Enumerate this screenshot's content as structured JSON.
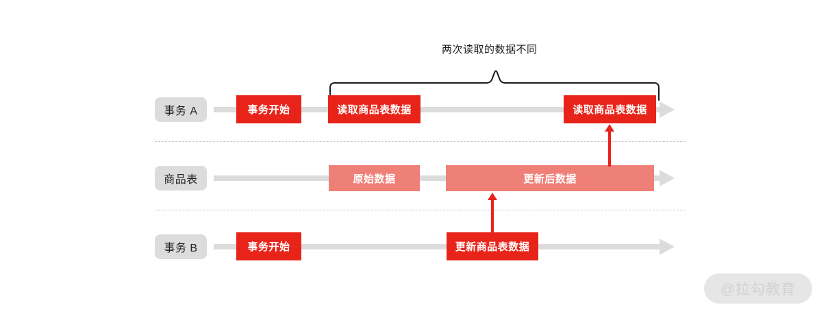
{
  "diagram": {
    "title": "两次读取的数据不同",
    "colors": {
      "accent_solid": "#e8241a",
      "accent_light": "#ef8078",
      "track": "#dcdcdc",
      "pill": "#dcdcdc",
      "dashed": "#c9c9c9",
      "background": "#ffffff"
    },
    "rows": [
      {
        "id": "transaction-a",
        "label": "事务 A",
        "events": [
          {
            "id": "tx-a-begin",
            "label": "事务开始",
            "style": "solid"
          },
          {
            "id": "tx-a-read-1",
            "label": "读取商品表数据",
            "style": "solid"
          },
          {
            "id": "tx-a-read-2",
            "label": "读取商品表数据",
            "style": "solid"
          }
        ]
      },
      {
        "id": "product-table",
        "label": "商品表",
        "events": [
          {
            "id": "data-original",
            "label": "原始数据",
            "style": "light"
          },
          {
            "id": "data-updated",
            "label": "更新后数据",
            "style": "light"
          }
        ]
      },
      {
        "id": "transaction-b",
        "label": "事务 B",
        "events": [
          {
            "id": "tx-b-begin",
            "label": "事务开始",
            "style": "solid"
          },
          {
            "id": "tx-b-update",
            "label": "更新商品表数据",
            "style": "solid"
          }
        ]
      }
    ],
    "watermark": "@拉勾教育"
  }
}
